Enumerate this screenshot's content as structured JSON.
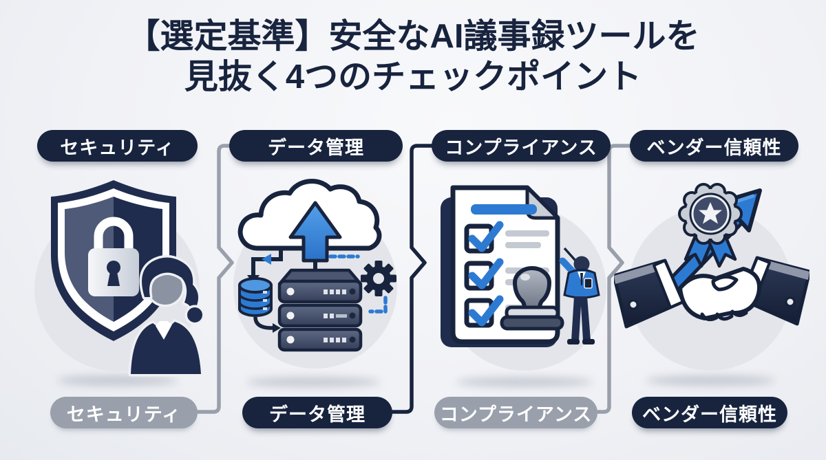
{
  "title": {
    "line1": "【選定基準】安全なAI議事録ツールを",
    "line2": "見抜く4つのチェックポイント"
  },
  "checkpoints": [
    {
      "top_label": "セキュリティ",
      "bottom_label": "セキュリティ",
      "bottom_variant": "gray",
      "illustration": "shield-with-padlock-and-woman"
    },
    {
      "top_label": "データ管理",
      "bottom_label": "データ管理",
      "bottom_variant": "navy",
      "illustration": "cloud-upload-server-database-gear"
    },
    {
      "top_label": "コンプライアンス",
      "bottom_label": "コンプライアンス",
      "bottom_variant": "gray",
      "illustration": "checklist-stamp-and-presenter"
    },
    {
      "top_label": "ベンダー信頼性",
      "bottom_label": "ベンダー信頼性",
      "bottom_variant": "navy",
      "illustration": "handshake-award-growth-arrow"
    }
  ],
  "colors": {
    "navy": "#18243e",
    "gray_pill": "#99a0ac",
    "accent_blue": "#2d7ad2",
    "accent_blue_light": "#569ce8",
    "circle_bg": "#e3e5ea",
    "page_bg": "#f0f1f5"
  }
}
